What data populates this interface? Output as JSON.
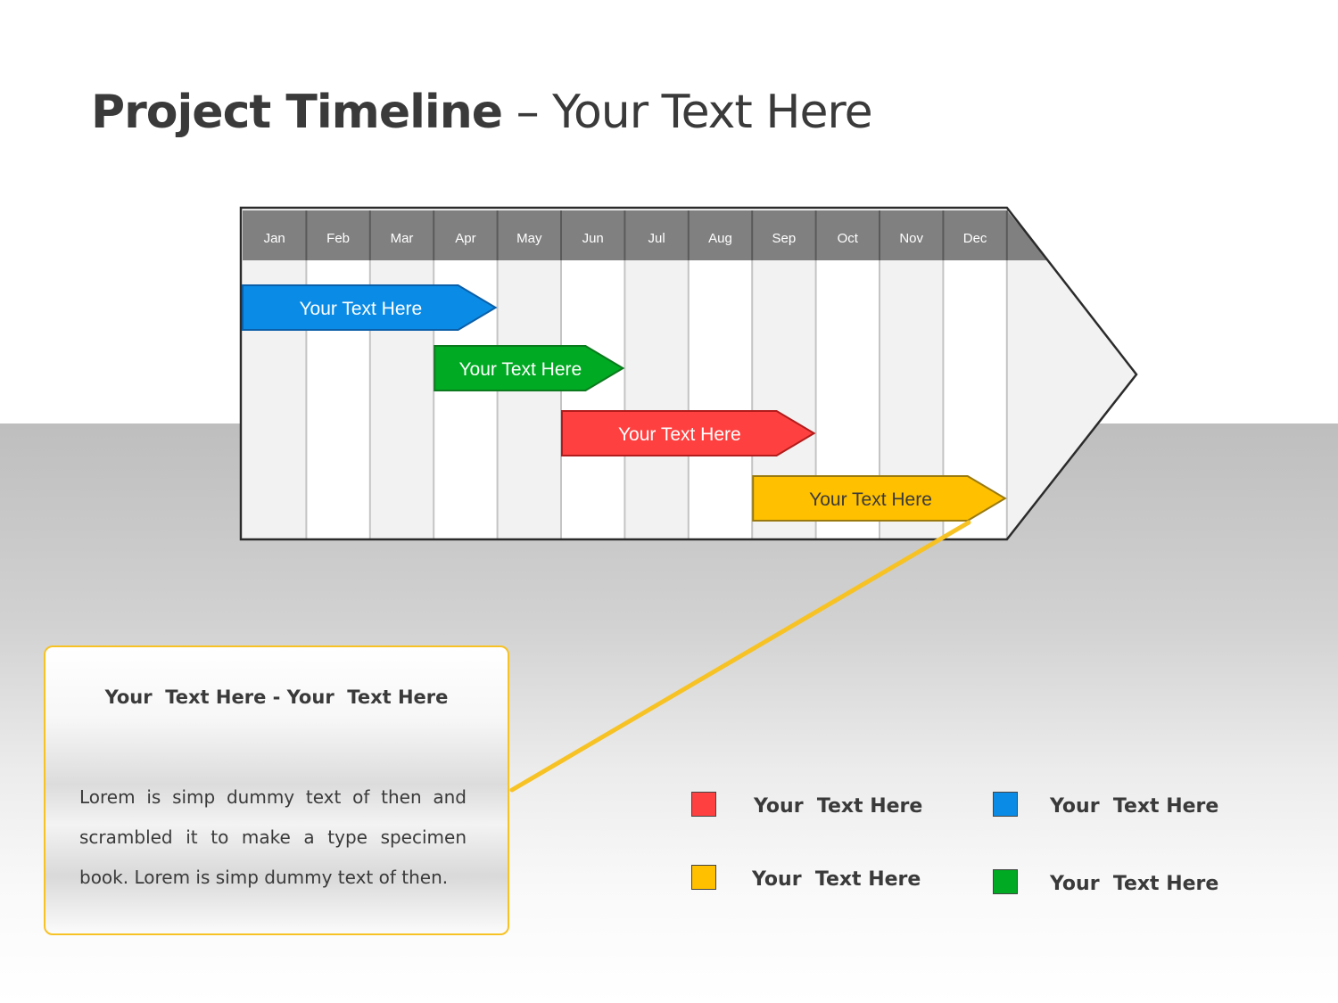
{
  "title": {
    "bold": "Project Timeline",
    "rest": " – Your Text Here"
  },
  "timeline": {
    "months": [
      "Jan",
      "Feb",
      "Mar",
      "Apr",
      "May",
      "Jun",
      "Jul",
      "Aug",
      "Sep",
      "Oct",
      "Nov",
      "Dec"
    ],
    "tasks": [
      {
        "label": "Your Text Here",
        "start": 0,
        "end": 4,
        "color": "#0a8ce6",
        "stroke": "#0b5fa8",
        "text_color": "#ffffff"
      },
      {
        "label": "Your Text Here",
        "start": 3,
        "end": 6,
        "color": "#00aa22",
        "stroke": "#0b7a1e",
        "text_color": "#ffffff"
      },
      {
        "label": "Your Text Here",
        "start": 5,
        "end": 9,
        "color": "#ff4040",
        "stroke": "#b21c1c",
        "text_color": "#ffffff"
      },
      {
        "label": "Your Text Here",
        "start": 8,
        "end": 12,
        "color": "#ffc000",
        "stroke": "#9a7a10",
        "text_color": "#3a3a3a"
      }
    ]
  },
  "callout": {
    "heading": "Your  Text Here - Your  Text Here",
    "body": "Lorem is simp dummy text of then and scrambled it to make a type specimen book. Lorem is simp dummy text of then.",
    "border_color": "#f7c224"
  },
  "legend": [
    {
      "label": "Your  Text Here",
      "color": "#ff4040"
    },
    {
      "label": "Your  Text Here",
      "color": "#0a8ce6"
    },
    {
      "label": "Your  Text Here",
      "color": "#ffc000"
    },
    {
      "label": "Your  Text Here",
      "color": "#00aa22"
    }
  ],
  "colors": {
    "header_fill": "#808080",
    "shaded_column": "#f2f2f2",
    "column_divider": "#c4c4c4",
    "connector": "#f7c224"
  }
}
